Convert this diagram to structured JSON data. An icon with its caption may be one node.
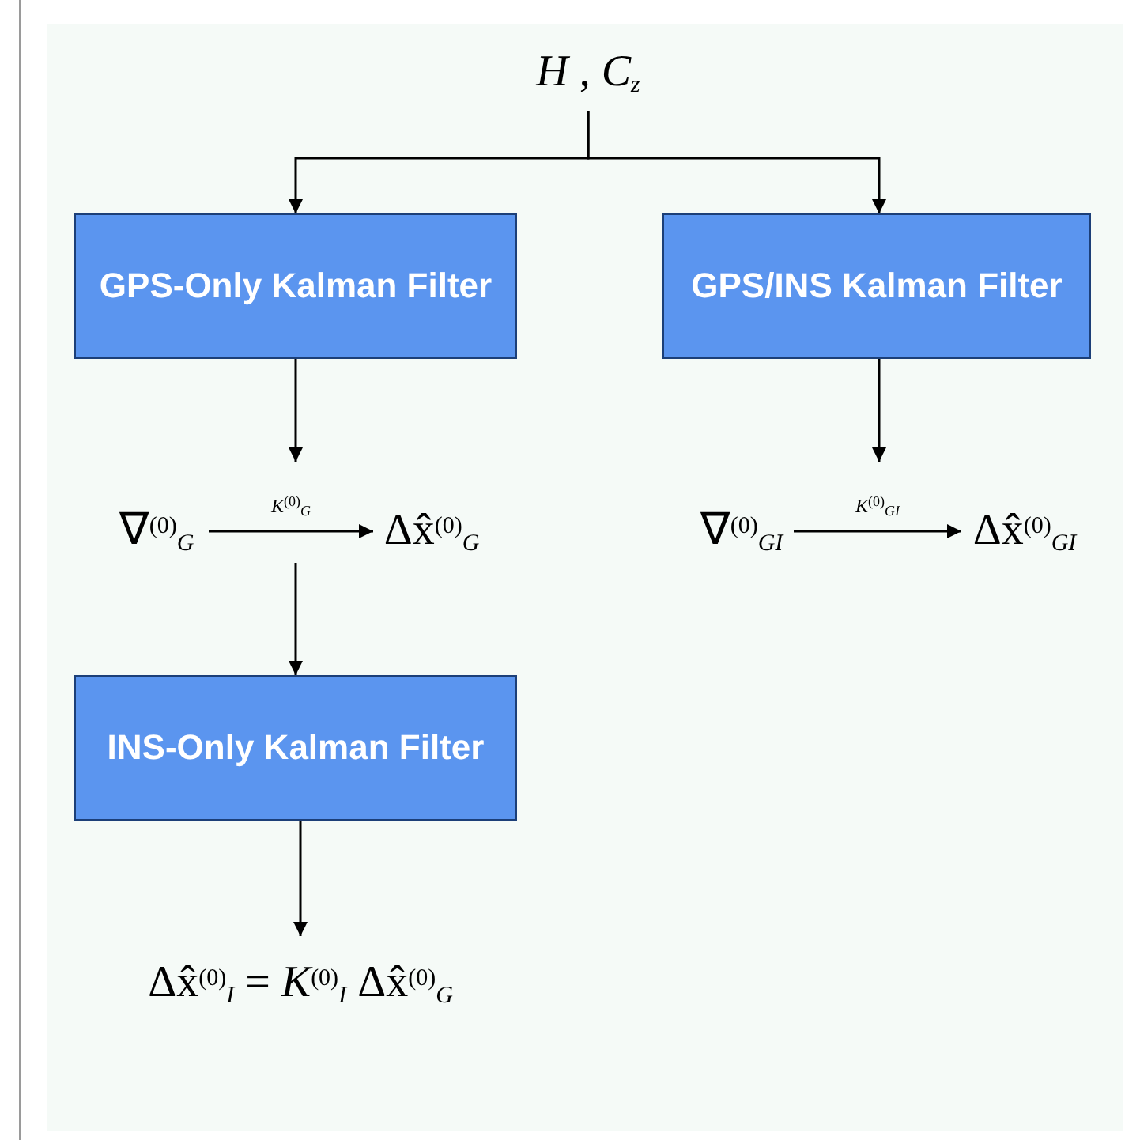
{
  "diagram": {
    "nodes": [
      {
        "text": [
          "*H* , *C*$_{z}$"
        ]
      },
      {
        "text": [
          "GPS-Only Kalman Filter"
        ]
      },
      {
        "text": [
          "GPS/INS Kalman Filter"
        ]
      },
      {
        "text": [
          "∇$^{(0)}$$_{G}$"
        ]
      },
      {
        "text": [
          "Δx̂$^{(0)}$$_{G}$"
        ]
      },
      {
        "text": [
          "∇$^{(0)}$$_{GI}$"
        ]
      },
      {
        "text": [
          "Δx̂$^{(0)}$$_{GI}$"
        ]
      },
      {
        "text": [
          "INS-Only Kalman Filter"
        ]
      },
      {
        "text": [
          "Δx̂$^{(0)}$$_{I}$ = *K*$^{(0)}$$_{I}$ Δx̂$^{(0)}$$_{G}$"
        ]
      }
    ],
    "edges": [
      {
        "from": 0,
        "to": 1,
        "arrow": "to"
      },
      {
        "from": 0,
        "to": 2,
        "arrow": "to"
      },
      {
        "from": 3,
        "to": 4,
        "arrow": "to",
        "label": "*K*$^{(0)}$$_{G}$"
      },
      {
        "from": 5,
        "to": 6,
        "arrow": "to",
        "label": "*K*$^{(0)}$$_{GI}$"
      },
      {
        "from": 1,
        "to": null,
        "arrow": "to"
      },
      {
        "from": 2,
        "to": null,
        "arrow": "to"
      },
      {
        "from": null,
        "to": 7,
        "arrow": "to"
      },
      {
        "from": 7,
        "to": 8,
        "arrow": "to"
      }
    ]
  }
}
